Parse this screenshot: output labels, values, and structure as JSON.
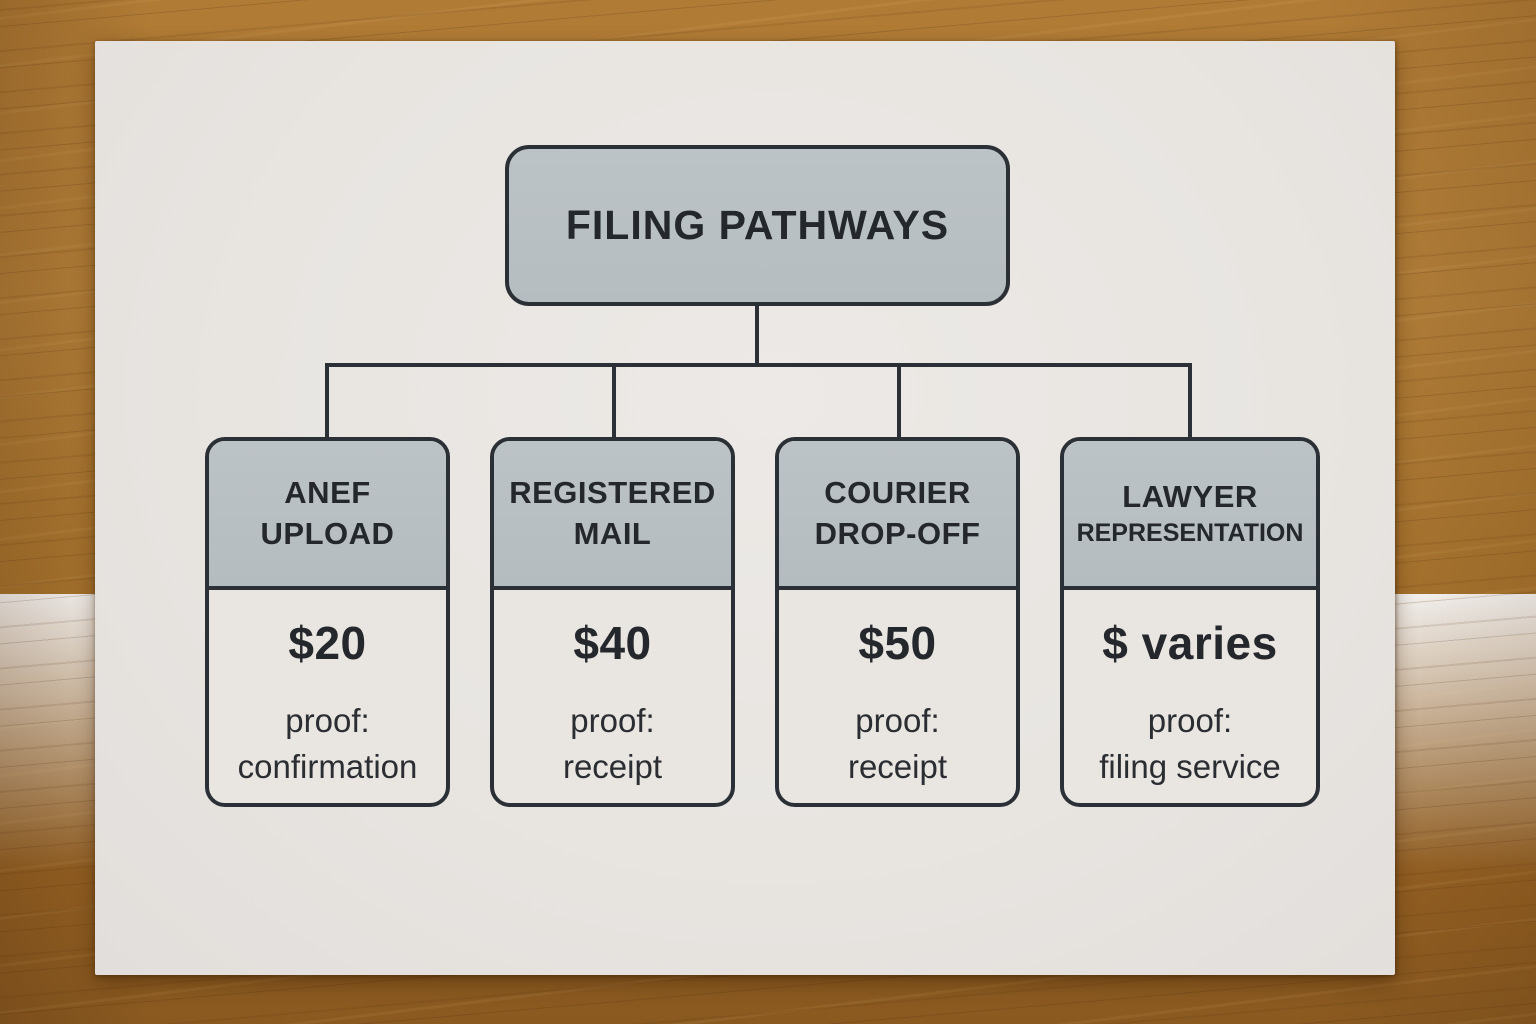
{
  "diagram": {
    "title": "FILING PATHWAYS",
    "pathways": [
      {
        "name_line1": "ANEF",
        "name_line2": "UPLOAD",
        "cost": "$20",
        "proof_label": "proof:",
        "proof_value": "confirmation"
      },
      {
        "name_line1": "REGISTERED",
        "name_line2": "MAIL",
        "cost": "$40",
        "proof_label": "proof:",
        "proof_value": "receipt"
      },
      {
        "name_line1": "COURIER",
        "name_line2": "DROP-OFF",
        "cost": "$50",
        "proof_label": "proof:",
        "proof_value": "receipt"
      },
      {
        "name_line1": "LAWYER",
        "name_line2": "REPRESENTATION",
        "cost": "$ varies",
        "proof_label": "proof:",
        "proof_value": "filing service"
      }
    ],
    "colors": {
      "header_fill": "#b8bfc3",
      "body_fill": "#e9e6e2",
      "border": "#2b3036",
      "text": "#24272b",
      "paper": "#e8e5e1",
      "desk_wood": "#aa762f"
    }
  }
}
